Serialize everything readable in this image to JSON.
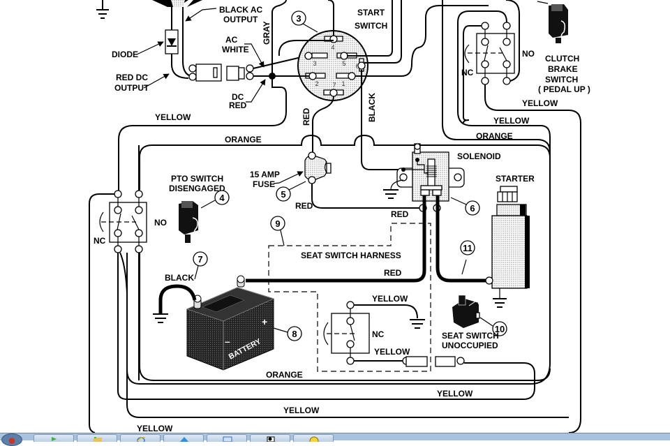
{
  "diagram": {
    "title": "Riding mower starting circuit wiring diagram",
    "labels": {
      "black_ac_output": [
        "BLACK AC",
        "OUTPUT"
      ],
      "diode": "DIODE",
      "red_dc_output": [
        "RED DC",
        "OUTPUT"
      ],
      "ac_white": [
        "AC",
        "WHITE"
      ],
      "gray": "GRAY",
      "dc_red": [
        "DC",
        "RED"
      ],
      "start_switch": [
        "START",
        "SWITCH"
      ],
      "red_fuse_to_switch": "RED",
      "black_switch_to_solenoid": "BLACK",
      "clutch_brake_switch": [
        "CLUTCH",
        "BRAKE",
        "SWITCH",
        "( PEDAL UP )"
      ],
      "no_clutch": "NO",
      "nc_clutch": "NC",
      "yellow_1": "YELLOW",
      "yellow_2": "YELLOW",
      "orange_right": "ORANGE",
      "yellow_top_left": "YELLOW",
      "orange_top": "ORANGE",
      "solenoid": "SOLENOID",
      "fuse": [
        "15 AMP",
        "FUSE"
      ],
      "red_fuse_out": "RED",
      "red_solenoid": "RED",
      "starter": "STARTER",
      "pto_switch": [
        "PTO SWITCH",
        "DISENGAGED"
      ],
      "no_pto": "NO",
      "nc_pto": "NC",
      "seat_switch_harness": "SEAT SWITCH HARNESS",
      "red_battery": "RED",
      "black_ground": "BLACK",
      "battery": "BATTERY",
      "battery_plus": "+",
      "battery_minus": "–",
      "yellow_seat_top": "YELLOW",
      "nc_seat": "NC",
      "yellow_seat_bottom": "YELLOW",
      "seat_switch": [
        "SEAT SWITCH",
        "UNOCCUPIED"
      ],
      "orange_bottom": "ORANGE",
      "yellow_bottom_right": "YELLOW",
      "yellow_bottom_mid": "YELLOW",
      "yellow_bottom_left": "YELLOW"
    },
    "callouts": [
      "3",
      "4",
      "5",
      "6",
      "7",
      "8",
      "9",
      "10",
      "11"
    ],
    "start_switch_pins": [
      "1",
      "2",
      "3",
      "4",
      "5",
      "6",
      "7"
    ]
  },
  "taskbar": {
    "buttons": [
      {
        "name": "start-orb",
        "icon": "windows-orb-icon"
      },
      {
        "name": "media-player",
        "icon": "play-icon"
      },
      {
        "name": "file-explorer",
        "icon": "folder-icon"
      },
      {
        "name": "internet-explorer",
        "icon": "globe-icon"
      },
      {
        "name": "app-blue",
        "icon": "triangle-icon"
      },
      {
        "name": "app-window",
        "icon": "window-icon"
      },
      {
        "name": "app-camera",
        "icon": "camera-icon"
      },
      {
        "name": "app-smiley",
        "icon": "smiley-icon"
      }
    ]
  }
}
